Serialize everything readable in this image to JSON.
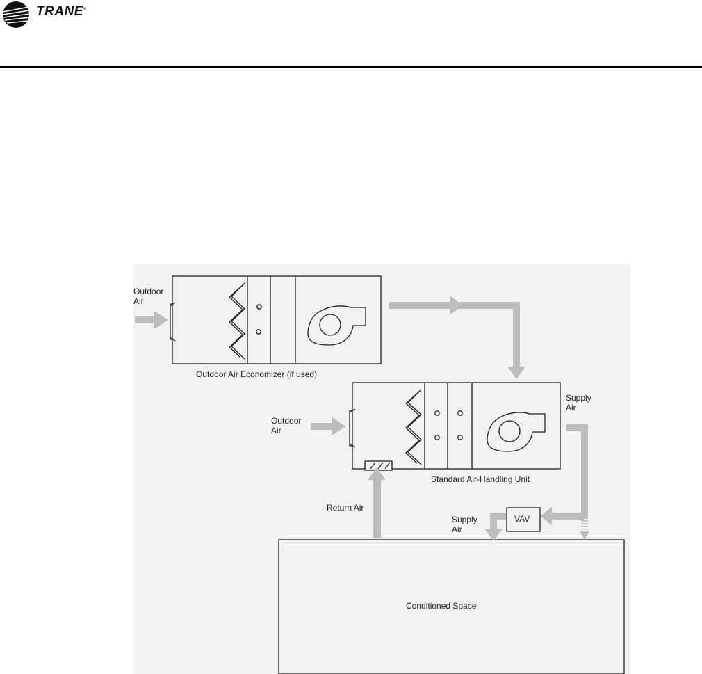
{
  "header": {
    "brand": "TRANE",
    "colors": {
      "rule": "#000000",
      "logo": "#111111"
    }
  },
  "diagram": {
    "labels": {
      "outdoor_air_top": "Outdoor\nAir",
      "economizer": "Outdoor Air Economizer (if used)",
      "outdoor_air_mid": "Outdoor\nAir",
      "supply_air_right": "Supply\nAir",
      "ahu": "Standard Air-Handling Unit",
      "return_air": "Return Air",
      "supply_air_lower": "Supply\nAir",
      "vav": "VAV",
      "conditioned_space": "Conditioned Space"
    },
    "colors": {
      "background": "#f2f2f2",
      "airflow_arrow": "#bcbcbc",
      "outline": "#231f20"
    }
  }
}
